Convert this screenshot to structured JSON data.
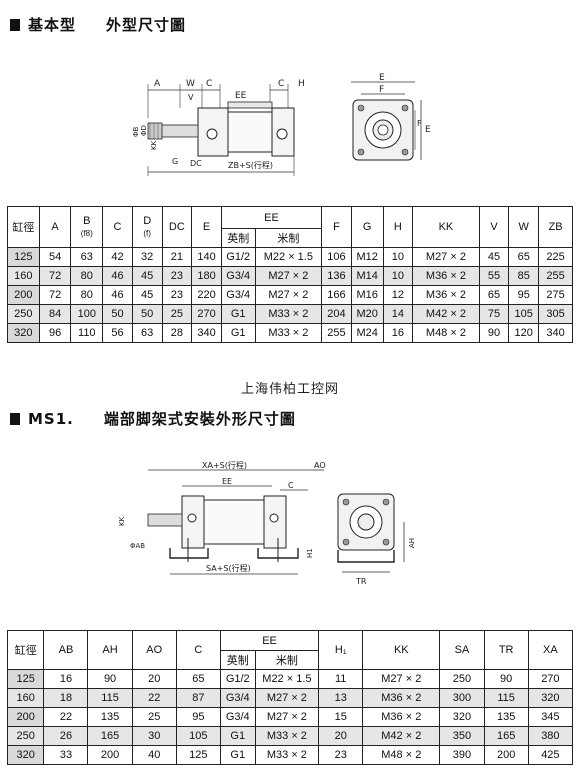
{
  "section1": {
    "title_part1": "基本型",
    "title_part2": "外型尺寸圖",
    "drawing_labels": {
      "A": "A",
      "W": "W",
      "C": "C",
      "V": "V",
      "EE": "EE",
      "H": "H",
      "phiB": "ΦB",
      "phiD": "ΦD",
      "KK": "KK",
      "G": "G",
      "DC": "DC",
      "ZB": "ZB+S(行程)",
      "E": "E",
      "F": "F"
    },
    "table": {
      "headers": [
        "缸徑",
        "A",
        "B",
        "C",
        "D",
        "DC",
        "E",
        "EE",
        "F",
        "G",
        "H",
        "KK",
        "V",
        "W",
        "ZB"
      ],
      "header_subs": {
        "B": "(f8)",
        "D": "(f)"
      },
      "ee_subs": [
        "英制",
        "米制"
      ],
      "rows": [
        [
          "125",
          "54",
          "63",
          "42",
          "32",
          "21",
          "140",
          "G1/2",
          "M22 × 1.5",
          "106",
          "M12",
          "10",
          "M27 × 2",
          "45",
          "65",
          "225"
        ],
        [
          "160",
          "72",
          "80",
          "46",
          "45",
          "23",
          "180",
          "G3/4",
          "M27 × 2",
          "136",
          "M14",
          "10",
          "M36 × 2",
          "55",
          "85",
          "255"
        ],
        [
          "200",
          "72",
          "80",
          "46",
          "45",
          "23",
          "220",
          "G3/4",
          "M27 × 2",
          "166",
          "M16",
          "12",
          "M36 × 2",
          "65",
          "95",
          "275"
        ],
        [
          "250",
          "84",
          "100",
          "50",
          "50",
          "25",
          "270",
          "G1",
          "M33 × 2",
          "204",
          "M20",
          "14",
          "M42 × 2",
          "75",
          "105",
          "305"
        ],
        [
          "320",
          "96",
          "110",
          "56",
          "63",
          "28",
          "340",
          "G1",
          "M33 × 2",
          "255",
          "M24",
          "16",
          "M48 × 2",
          "90",
          "120",
          "340"
        ]
      ]
    }
  },
  "watermark": "上海伟柏工控网",
  "section2": {
    "title_part1": "MS1.",
    "title_part2": "端部脚架式安裝外形尺寸圖",
    "drawing_labels": {
      "XA": "XA+S(行程)",
      "AO": "AO",
      "EE": "EE",
      "C": "C",
      "KK": "KK",
      "phiAB": "ΦAB",
      "H1": "H1",
      "SA": "SA+S(行程)",
      "AH": "AH",
      "TR": "TR"
    },
    "table": {
      "headers": [
        "缸徑",
        "AB",
        "AH",
        "AO",
        "C",
        "EE",
        "H₁",
        "KK",
        "SA",
        "TR",
        "XA"
      ],
      "ee_subs": [
        "英制",
        "米制"
      ],
      "rows": [
        [
          "125",
          "16",
          "90",
          "20",
          "65",
          "G1/2",
          "M22 × 1.5",
          "11",
          "M27 × 2",
          "250",
          "90",
          "270"
        ],
        [
          "160",
          "18",
          "115",
          "22",
          "87",
          "G3/4",
          "M27 × 2",
          "13",
          "M36 × 2",
          "300",
          "115",
          "320"
        ],
        [
          "200",
          "22",
          "135",
          "25",
          "95",
          "G3/4",
          "M27 × 2",
          "15",
          "M36 × 2",
          "320",
          "135",
          "345"
        ],
        [
          "250",
          "26",
          "165",
          "30",
          "105",
          "G1",
          "M33 × 2",
          "20",
          "M42 × 2",
          "350",
          "165",
          "380"
        ],
        [
          "320",
          "33",
          "200",
          "40",
          "125",
          "G1",
          "M33 × 2",
          "23",
          "M48 × 2",
          "390",
          "200",
          "425"
        ]
      ]
    }
  }
}
